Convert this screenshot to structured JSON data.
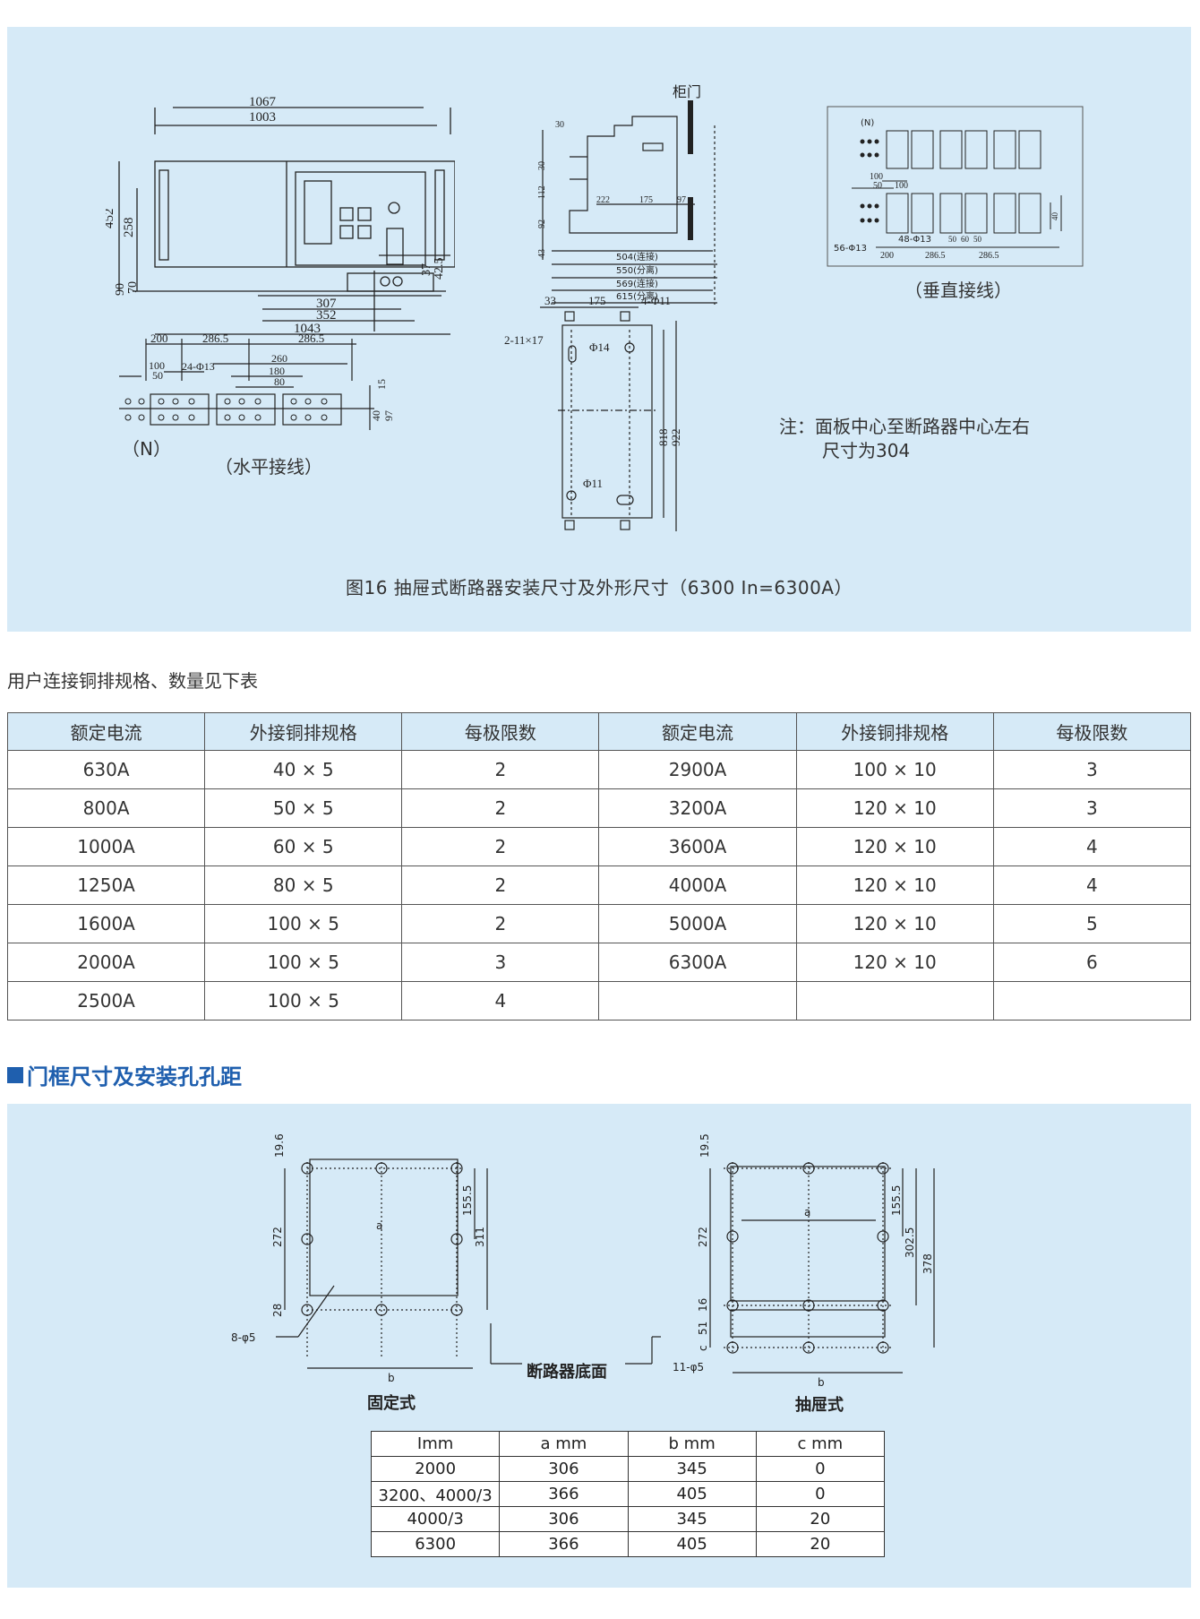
{
  "figure16": {
    "caption": "图16 抽屉式断路器安装尺寸及外形尺寸（6300 In=6300A）",
    "front_view": {
      "dims": [
        "1067",
        "1003",
        "452",
        "258",
        "90",
        "70",
        "37",
        "42.5",
        "307",
        "352",
        "1043"
      ]
    },
    "horizontal_wiring": {
      "label": "（水平接线）",
      "n_label": "（N）",
      "dims": [
        "200",
        "286.5",
        "286.5",
        "100",
        "50",
        "24-Φ13",
        "260",
        "180",
        "80",
        "15",
        "40",
        "97"
      ]
    },
    "side_view": {
      "door_label": "柜门",
      "dims": [
        "30",
        "30",
        "112",
        "92",
        "43",
        "222",
        "175",
        "97",
        "504(连接)",
        "550(分离)",
        "569(连接)",
        "615(分离)"
      ]
    },
    "mount_view": {
      "dims": [
        "33",
        "175",
        "4-Φ11",
        "2-11×17",
        "Φ14",
        "818",
        "922",
        "Φ11"
      ]
    },
    "vertical_wiring": {
      "label": "（垂直接线）",
      "n_label": "(N)",
      "dims": [
        "100",
        "50",
        "100",
        "56-Φ13",
        "48-Φ13",
        "200",
        "286.5",
        "286.5",
        "50",
        "60",
        "50",
        "40"
      ]
    },
    "note": {
      "line1": "注：面板中心至断路器中心左右",
      "line2": "尺寸为304"
    }
  },
  "busbar": {
    "intro": "用户连接铜排规格、数量见下表",
    "headers": [
      "额定电流",
      "外接铜排规格",
      "每极限数",
      "额定电流",
      "外接铜排规格",
      "每极限数"
    ],
    "rows": [
      [
        "630A",
        "40 × 5",
        "2",
        "2900A",
        "100 × 10",
        "3"
      ],
      [
        "800A",
        "50 × 5",
        "2",
        "3200A",
        "120 × 10",
        "3"
      ],
      [
        "1000A",
        "60 × 5",
        "2",
        "3600A",
        "120 × 10",
        "4"
      ],
      [
        "1250A",
        "80 × 5",
        "2",
        "4000A",
        "120 × 10",
        "4"
      ],
      [
        "1600A",
        "100 × 5",
        "2",
        "5000A",
        "120 × 10",
        "5"
      ],
      [
        "2000A",
        "100 × 5",
        "3",
        "6300A",
        "120 × 10",
        "6"
      ],
      [
        "2500A",
        "100 × 5",
        "4",
        "",
        "",
        ""
      ]
    ]
  },
  "door_frame": {
    "heading": "门框尺寸及安装孔孔距",
    "fixed": {
      "label": "固定式",
      "dims": [
        "19.6",
        "272",
        "28",
        "155.5",
        "311",
        "a",
        "b",
        "8-φ5"
      ]
    },
    "drawer": {
      "label": "抽屉式",
      "dims": [
        "19.5",
        "272",
        "16",
        "51",
        "c",
        "155.5",
        "302.5",
        "378",
        "a",
        "b",
        "11-φ5"
      ]
    },
    "base_label": "断路器底面",
    "table": {
      "headers": [
        "Imm",
        "a mm",
        "b mm",
        "c mm"
      ],
      "rows": [
        [
          "2000",
          "306",
          "345",
          "0"
        ],
        [
          "3200、4000/3",
          "366",
          "405",
          "0"
        ],
        [
          "4000/3",
          "306",
          "345",
          "20"
        ],
        [
          "6300",
          "366",
          "405",
          "20"
        ]
      ]
    }
  }
}
